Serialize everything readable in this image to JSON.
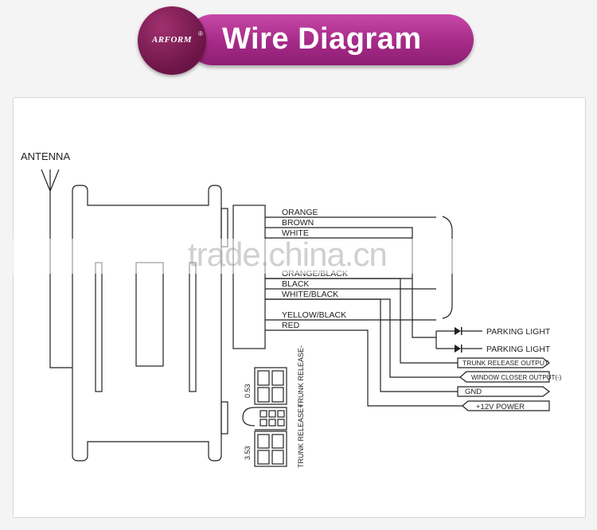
{
  "header": {
    "brand": "ARFORM",
    "registered": "®",
    "title": "Wire Diagram"
  },
  "diagram": {
    "antenna_label": "ANTENNA",
    "wires": [
      {
        "id": "orange",
        "label": "ORANGE"
      },
      {
        "id": "brown",
        "label": "BROWN"
      },
      {
        "id": "white",
        "label": "WHITE"
      },
      {
        "id": "orange-black",
        "label": "ORANGE/BLACK"
      },
      {
        "id": "black",
        "label": "BLACK"
      },
      {
        "id": "white-black",
        "label": "WHITE/BLACK"
      },
      {
        "id": "yellow-black",
        "label": "YELLOW/BLACK"
      },
      {
        "id": "red",
        "label": "RED"
      }
    ],
    "outputs": [
      {
        "id": "parking-light-1",
        "label": "PARKING LIGHT"
      },
      {
        "id": "parking-light-2",
        "label": "PARKING LIGHT"
      },
      {
        "id": "trunk-release-output",
        "label": "TRUNK RELEASE OUTPUT"
      },
      {
        "id": "window-closer-output",
        "label": "WINDOW CLOSER OUTPUT(-)"
      },
      {
        "id": "gnd",
        "label": "GND"
      },
      {
        "id": "power-12v",
        "label": "+12V POWER"
      }
    ],
    "connector": {
      "label_053": "0.53",
      "label_353": "3.53",
      "trunk_release_minus": "TRUNK RELEASE-",
      "trunk_release_plus": "TRUNK RELEASE+"
    }
  },
  "watermark": "trade.china.cn",
  "colors": {
    "accent": "#a52a87",
    "brand_circle": "#7a1a52",
    "line": "#222222"
  }
}
